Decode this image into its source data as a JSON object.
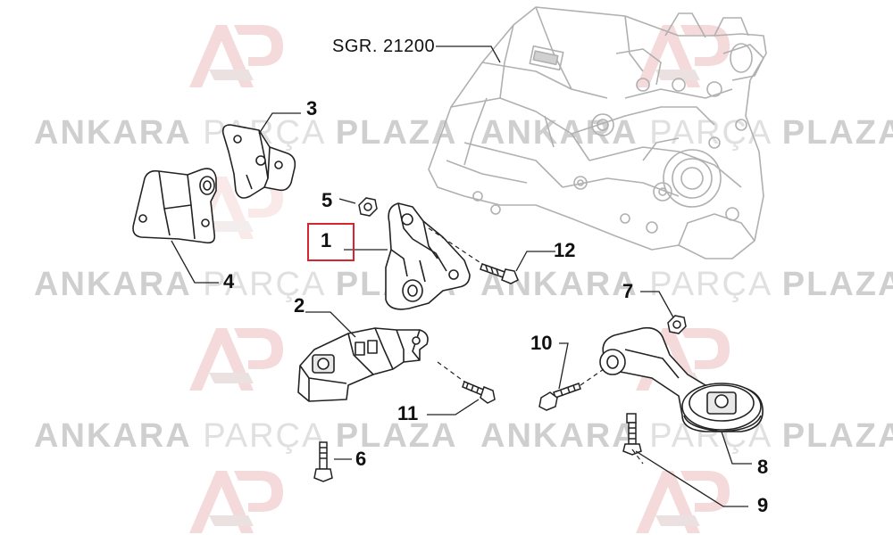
{
  "watermark": {
    "brand_bold_1": "ANKARA",
    "brand_light": "PARÇA",
    "brand_bold_2": "PLAZA"
  },
  "assembly_ref": "SGR. 21200",
  "highlighted_part": "1",
  "callouts": {
    "p1": "1",
    "p2": "2",
    "p3": "3",
    "p4": "4",
    "p5": "5",
    "p6": "6",
    "p7": "7",
    "p8": "8",
    "p9": "9",
    "p10": "10",
    "p11": "11",
    "p12": "12"
  },
  "colors": {
    "line": "#222222",
    "light_line": "#aaaaaa",
    "highlight": "#d6252c",
    "logo_red": "#f2d4d4",
    "watermark": "#d6d6d6"
  }
}
